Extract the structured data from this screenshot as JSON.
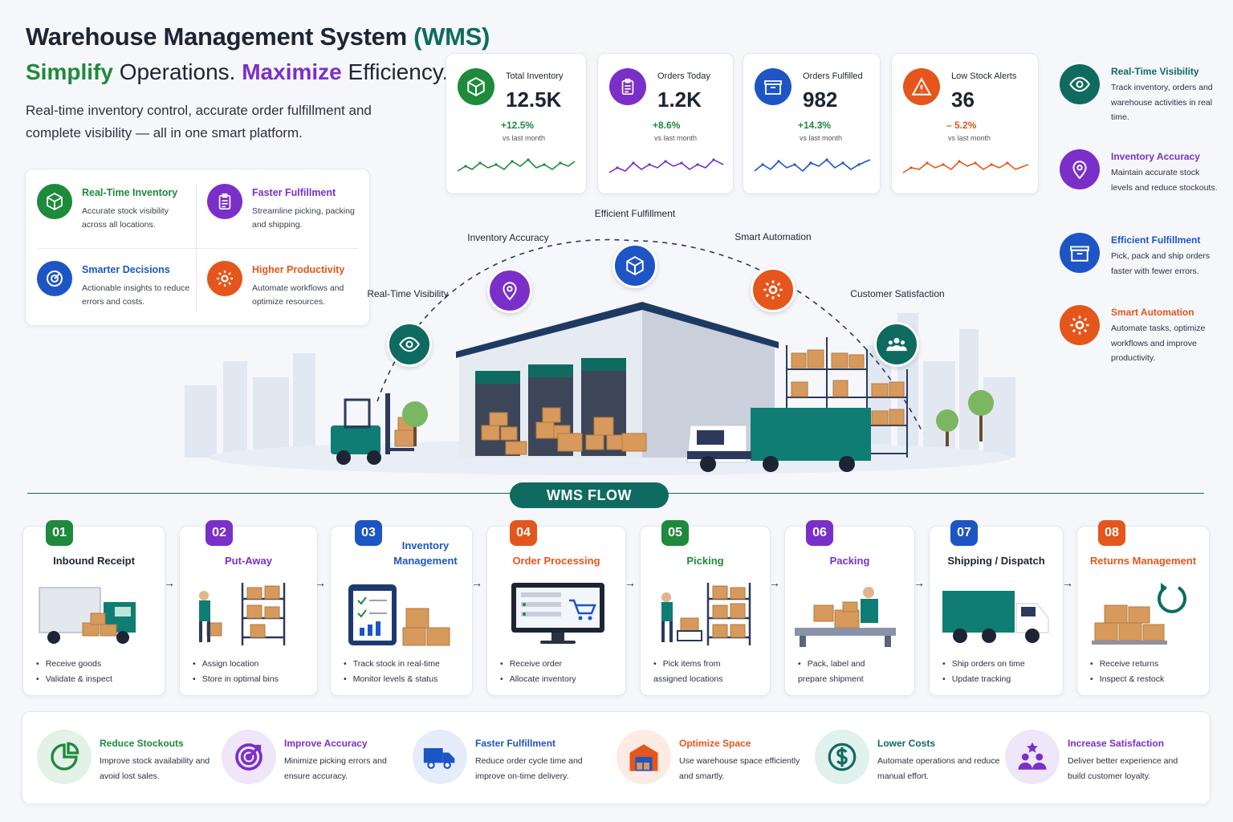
{
  "header": {
    "title": "Warehouse Management System",
    "title_accent": "(WMS)",
    "tagline": {
      "w1": "Simplify",
      "w2": "Operations.",
      "w3": "Maximize",
      "w4": "Efficiency."
    },
    "intro": "Real-time inventory control, accurate order fulfillment and complete visibility — all in one smart platform."
  },
  "features": [
    {
      "icon": "cube-icon",
      "title": "Real-Time Inventory",
      "desc": "Accurate stock visibility across all locations.",
      "color": "#1e8a3b"
    },
    {
      "icon": "clipboard-icon",
      "title": "Faster Fulfillment",
      "desc": "Streamline picking, packing and shipping.",
      "color": "#7b2fc9"
    },
    {
      "icon": "target-icon",
      "title": "Smarter Decisions",
      "desc": "Actionable insights to reduce errors and costs.",
      "color": "#1d55c4"
    },
    {
      "icon": "gear-icon",
      "title": "Higher Productivity",
      "desc": "Automate workflows and optimize resources.",
      "color": "#e4561b"
    }
  ],
  "kpis": [
    {
      "label": "Total Inventory",
      "value": "12.5K",
      "change": "+12.5%",
      "sub": "vs last month",
      "color": "#1e8a3b",
      "icon": "cube-icon"
    },
    {
      "label": "Orders Today",
      "value": "1.2K",
      "change": "+8.6%",
      "sub": "vs last month",
      "color": "#7b2fc9",
      "icon": "clipboard-icon"
    },
    {
      "label": "Orders Fulfilled",
      "value": "982",
      "change": "+14.3%",
      "sub": "vs last month",
      "color": "#1d55c4",
      "icon": "box-icon"
    },
    {
      "label": "Low Stock Alerts",
      "value": "36",
      "change": "– 5.2%",
      "sub": "vs last month",
      "color": "#e4561b",
      "icon": "alert-icon"
    }
  ],
  "sidebar": [
    {
      "title": "Real-Time Visibility",
      "desc": "Track inventory, orders and warehouse activities in real time.",
      "color": "#0f6b5f",
      "icon": "eye-icon"
    },
    {
      "title": "Inventory Accuracy",
      "desc": "Maintain accurate stock levels and reduce stockouts.",
      "color": "#7b2fc9",
      "icon": "location-pin-icon"
    },
    {
      "title": "Efficient Fulfillment",
      "desc": "Pick, pack and ship orders faster with fewer errors.",
      "color": "#1d55c4",
      "icon": "box-icon"
    },
    {
      "title": "Smart Automation",
      "desc": "Automate tasks, optimize workflows and improve productivity.",
      "color": "#e4561b",
      "icon": "gear-icon"
    }
  ],
  "hero": {
    "hubs": [
      {
        "label": "Real-Time Visibility",
        "color": "#0f6b5f",
        "icon": "eye-icon"
      },
      {
        "label": "Inventory Accuracy",
        "color": "#7b2fc9",
        "icon": "location-pin-icon"
      },
      {
        "label": "Efficient Fulfillment",
        "color": "#1d55c4",
        "icon": "box-icon"
      },
      {
        "label": "Smart Automation",
        "color": "#e4561b",
        "icon": "gear-icon"
      },
      {
        "label": "Customer Satisfaction",
        "color": "#0f6b5f",
        "icon": "people-icon"
      }
    ]
  },
  "flow": {
    "title": "WMS FLOW",
    "steps": [
      {
        "num": "01",
        "title": "Inbound Receipt",
        "bullets": [
          "Receive goods",
          "Validate & inspect"
        ],
        "color": "#1e8a3b",
        "title_color": "#1d2433"
      },
      {
        "num": "02",
        "title": "Put-Away",
        "bullets": [
          "Assign location",
          "Store in optimal bins"
        ],
        "color": "#7b2fc9",
        "title_color": "#7b2fc9"
      },
      {
        "num": "03",
        "title": "Inventory Management",
        "bullets": [
          "Track stock in real-time",
          "Monitor levels & status"
        ],
        "color": "#1d55c4",
        "title_color": "#1d55c4"
      },
      {
        "num": "04",
        "title": "Order Processing",
        "bullets": [
          "Receive order",
          "Allocate inventory"
        ],
        "color": "#e4561b",
        "title_color": "#e4561b"
      },
      {
        "num": "05",
        "title": "Picking",
        "bullets": [
          "Pick items from assigned locations"
        ],
        "color": "#1e8a3b",
        "title_color": "#1e8a3b"
      },
      {
        "num": "06",
        "title": "Packing",
        "bullets": [
          "Pack, label and prepare shipment"
        ],
        "color": "#7b2fc9",
        "title_color": "#7b2fc9"
      },
      {
        "num": "07",
        "title": "Shipping / Dispatch",
        "bullets": [
          "Ship orders on time",
          "Update tracking"
        ],
        "color": "#1d55c4",
        "title_color": "#1d2433"
      },
      {
        "num": "08",
        "title": "Returns Management",
        "bullets": [
          "Receive returns",
          "Inspect & restock"
        ],
        "color": "#e4561b",
        "title_color": "#e4561b"
      }
    ]
  },
  "benefits": [
    {
      "title": "Reduce Stockouts",
      "desc": "Improve stock availability and avoid lost sales.",
      "color": "#1e8a3b",
      "icon": "pie-chart-icon"
    },
    {
      "title": "Improve Accuracy",
      "desc": "Minimize picking errors and ensure accuracy.",
      "color": "#7b2fc9",
      "icon": "target-arrow-icon"
    },
    {
      "title": "Faster Fulfillment",
      "desc": "Reduce order cycle time and improve on-time delivery.",
      "color": "#1d55c4",
      "icon": "truck-icon"
    },
    {
      "title": "Optimize Space",
      "desc": "Use warehouse space efficiently and smartly.",
      "color": "#e4561b",
      "icon": "warehouse-icon"
    },
    {
      "title": "Lower Costs",
      "desc": "Automate operations and reduce manual effort.",
      "color": "#0f6b5f",
      "icon": "dollar-icon"
    },
    {
      "title": "Increase Satisfaction",
      "desc": "Deliver better experience and build customer loyalty.",
      "color": "#7b2fc9",
      "icon": "people-star-icon"
    }
  ]
}
